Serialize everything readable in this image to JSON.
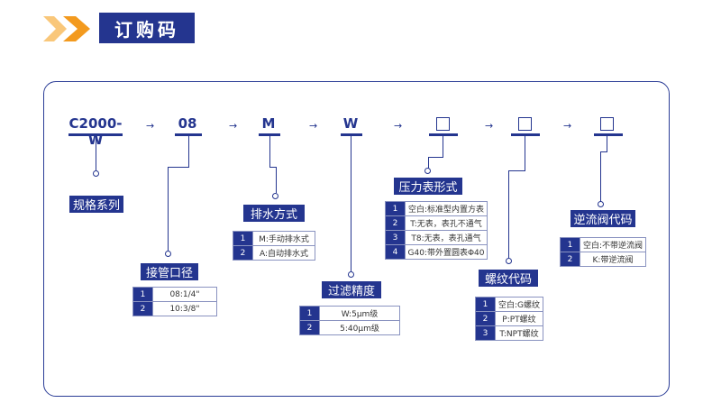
{
  "header": {
    "title": "订购码"
  },
  "codes": [
    {
      "text": "C2000-W"
    },
    {
      "text": "08"
    },
    {
      "text": "M"
    },
    {
      "text": "W"
    }
  ],
  "arrow_glyph": "→",
  "groups": [
    {
      "label": "规格系列"
    },
    {
      "label": "接管口径",
      "options": [
        {
          "n": "1",
          "t": "08:1/4\""
        },
        {
          "n": "2",
          "t": "10:3/8\""
        }
      ]
    },
    {
      "label": "排水方式",
      "options": [
        {
          "n": "1",
          "t": "M:手动排水式"
        },
        {
          "n": "2",
          "t": "A:自动排水式"
        }
      ]
    },
    {
      "label": "过滤精度",
      "options": [
        {
          "n": "1",
          "t": "W:5μm级"
        },
        {
          "n": "2",
          "t": "5:40μm级"
        }
      ]
    },
    {
      "label": "压力表形式",
      "options": [
        {
          "n": "1",
          "t": "空白:标准型内置方表"
        },
        {
          "n": "2",
          "t": "T:无表，表孔不通气"
        },
        {
          "n": "3",
          "t": "T8:无表，表孔通气"
        },
        {
          "n": "4",
          "t": "G40:带外置圆表Φ40"
        }
      ]
    },
    {
      "label": "螺纹代码",
      "options": [
        {
          "n": "1",
          "t": "空白:G螺纹"
        },
        {
          "n": "2",
          "t": "P:PT螺纹"
        },
        {
          "n": "3",
          "t": "T:NPT螺纹"
        }
      ]
    },
    {
      "label": "逆流阀代码",
      "options": [
        {
          "n": "1",
          "t": "空白:不带逆流阀"
        },
        {
          "n": "2",
          "t": "K:带逆流阀"
        }
      ]
    }
  ],
  "colors": {
    "primary": "#24358f",
    "accent_orange": "#f39a1e",
    "accent_light": "#f9c77a"
  }
}
